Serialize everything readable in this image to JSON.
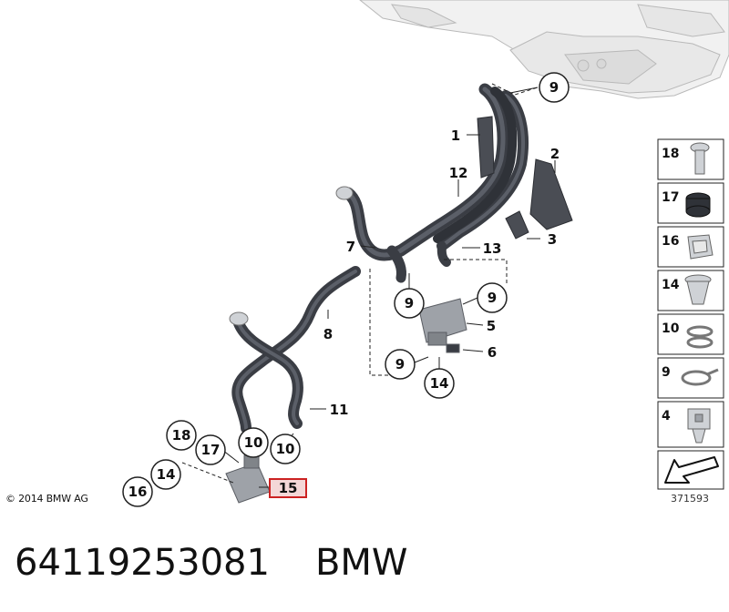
{
  "copyright": "© 2014 BMW AG",
  "drawing_number": "371593",
  "footer": {
    "part_number": "64119253081",
    "brand": "BMW"
  },
  "highlight_color": "#cc2222",
  "callouts": {
    "c9_top": "9",
    "c1": "1",
    "c2": "2",
    "c12": "12",
    "c3": "3",
    "c7": "7",
    "c13": "13",
    "c9_left": "9",
    "c9_right": "9",
    "c5": "5",
    "c8": "8",
    "c9_low": "9",
    "c6": "6",
    "c14_mid": "14",
    "c11": "11",
    "c18": "18",
    "c10_a": "10",
    "c17": "17",
    "c10_b": "10",
    "c14_low": "14",
    "c16": "16",
    "c15": "15"
  },
  "sidebar": [
    "18",
    "17",
    "16",
    "14",
    "10",
    "9",
    "4"
  ]
}
